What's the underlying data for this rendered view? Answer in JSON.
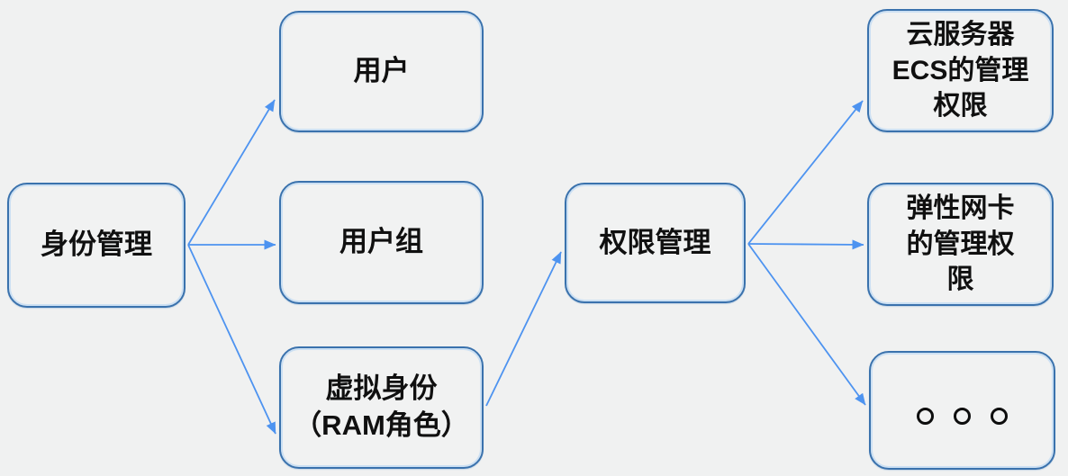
{
  "diagram": {
    "title_hint": "RAM identity and permission management diagram",
    "colors": {
      "background": "#f0f1f1",
      "node_border": "#3a72ad",
      "node_inner_glow": "#c6ddf3",
      "arrow": "#4d93f0",
      "text": "#101010"
    },
    "nodes": {
      "identity": {
        "label": "身份管理"
      },
      "user": {
        "label": "用户"
      },
      "user_group": {
        "label": "用户组"
      },
      "virtual_identity": {
        "label": "虚拟身份（RAM角色）",
        "lines": [
          "虚拟身份",
          "（RAM角色）"
        ]
      },
      "permission": {
        "label": "权限管理"
      },
      "ecs": {
        "label": "云服务器ECS的管理权限",
        "lines": [
          "云服务器",
          "ECS的管理",
          "权限"
        ]
      },
      "eni": {
        "label": "弹性网卡的管理权限",
        "lines": [
          "弹性网卡",
          "的管理权",
          "限"
        ]
      },
      "ellipsis": {
        "label": "。。。"
      }
    },
    "edges": [
      {
        "from": "identity",
        "to": "user"
      },
      {
        "from": "identity",
        "to": "user_group"
      },
      {
        "from": "identity",
        "to": "virtual_identity"
      },
      {
        "from": "virtual_identity",
        "to": "permission"
      },
      {
        "from": "permission",
        "to": "ecs"
      },
      {
        "from": "permission",
        "to": "eni"
      },
      {
        "from": "permission",
        "to": "ellipsis"
      }
    ]
  }
}
